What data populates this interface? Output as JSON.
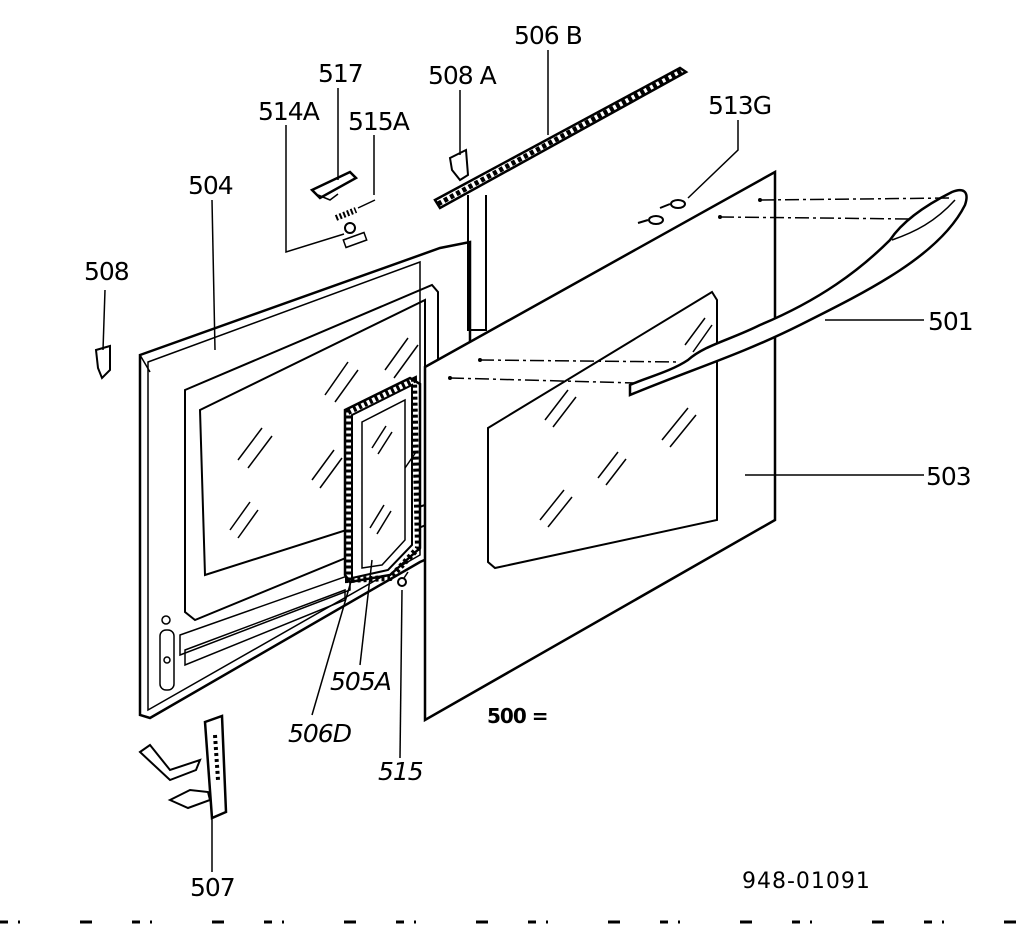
{
  "labels": {
    "l506b": "506 B",
    "l508a": "508 A",
    "l517": "517",
    "l514a": "514A",
    "l515a": "515A",
    "l513g": "513G",
    "l504": "504",
    "l508": "508",
    "l501": "501",
    "l503": "503",
    "l505a": "505A",
    "l506d": "506D",
    "l515": "515",
    "l500": "500 =",
    "l507": "507"
  },
  "drawing_number": "948-01091"
}
